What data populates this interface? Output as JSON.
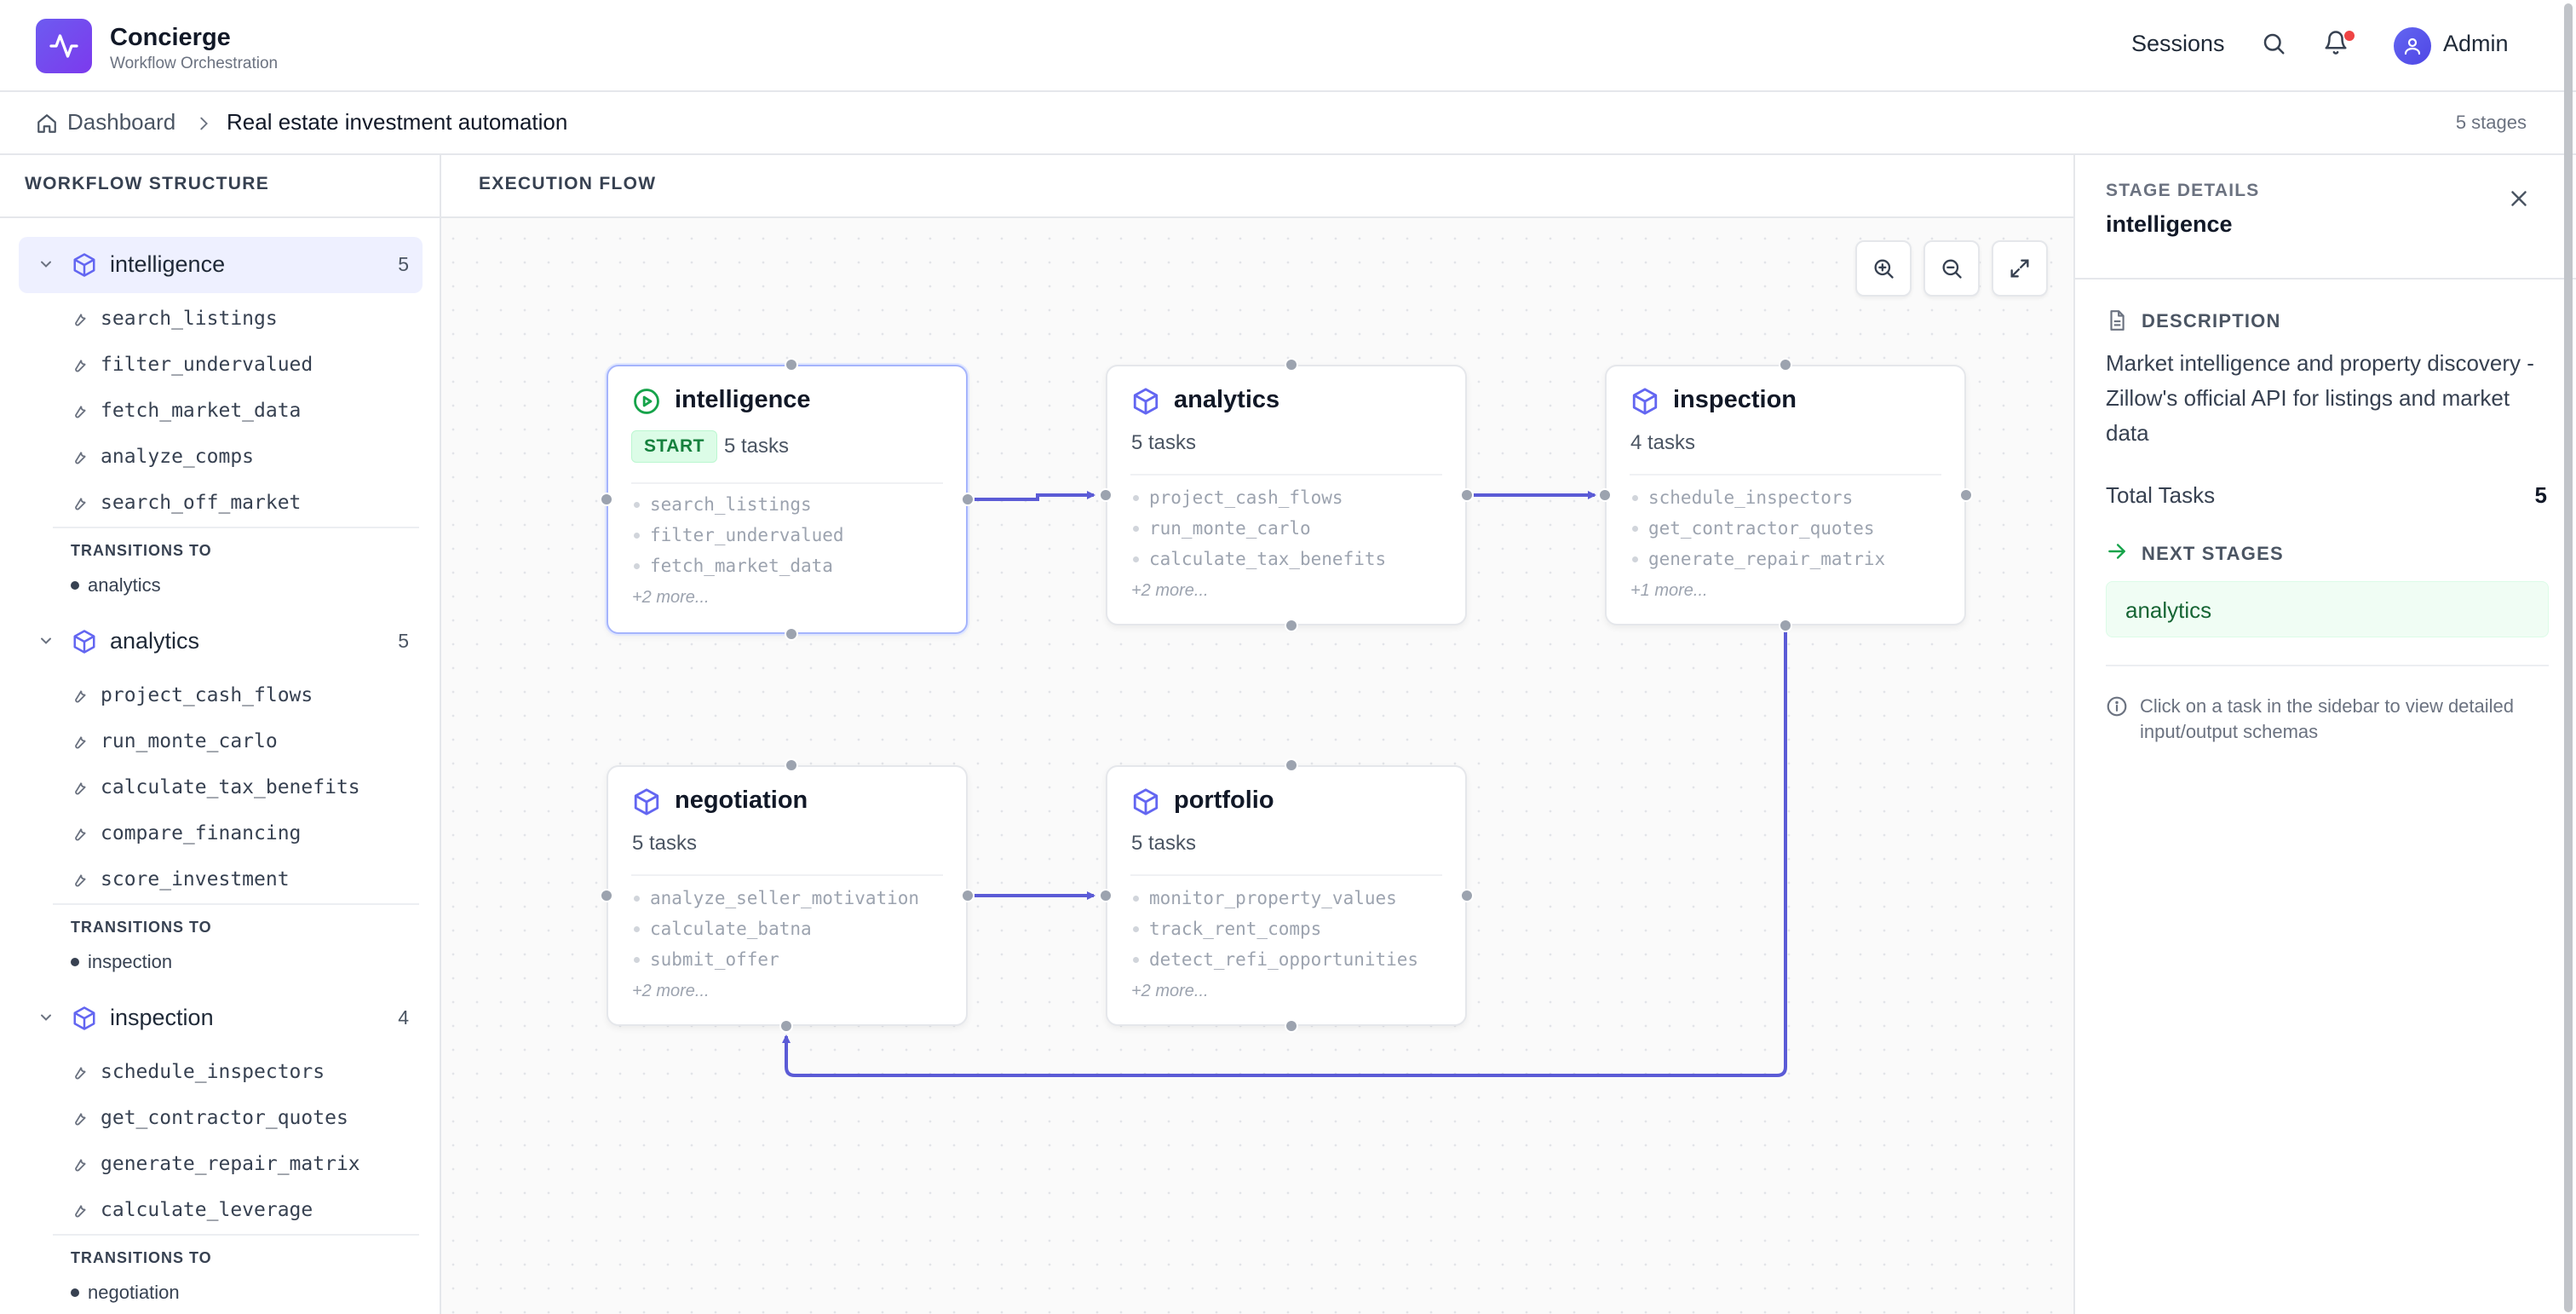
{
  "app": {
    "title": "Concierge",
    "subtitle": "Workflow Orchestration"
  },
  "header": {
    "sessions_label": "Sessions",
    "user_label": "Admin"
  },
  "breadcrumb": {
    "home": "Dashboard",
    "current": "Real estate investment automation",
    "stage_count": "5 stages"
  },
  "sidebar": {
    "heading": "WORKFLOW STRUCTURE",
    "transitions_label": "TRANSITIONS TO",
    "stages": [
      {
        "name": "intelligence",
        "count": "5",
        "tasks": [
          "search_listings",
          "filter_undervalued",
          "fetch_market_data",
          "analyze_comps",
          "search_off_market"
        ],
        "transitions": [
          "analytics"
        ]
      },
      {
        "name": "analytics",
        "count": "5",
        "tasks": [
          "project_cash_flows",
          "run_monte_carlo",
          "calculate_tax_benefits",
          "compare_financing",
          "score_investment"
        ],
        "transitions": [
          "inspection"
        ]
      },
      {
        "name": "inspection",
        "count": "4",
        "tasks": [
          "schedule_inspectors",
          "get_contractor_quotes",
          "generate_repair_matrix",
          "calculate_leverage"
        ],
        "transitions": [
          "negotiation"
        ]
      }
    ]
  },
  "canvas": {
    "heading": "EXECUTION FLOW",
    "start_badge": "START",
    "nodes": [
      {
        "name": "intelligence",
        "tasks_label": "5 tasks",
        "tasks": [
          "search_listings",
          "filter_undervalued",
          "fetch_market_data"
        ],
        "more": "+2 more..."
      },
      {
        "name": "analytics",
        "tasks_label": "5 tasks",
        "tasks": [
          "project_cash_flows",
          "run_monte_carlo",
          "calculate_tax_benefits"
        ],
        "more": "+2 more..."
      },
      {
        "name": "inspection",
        "tasks_label": "4 tasks",
        "tasks": [
          "schedule_inspectors",
          "get_contractor_quotes",
          "generate_repair_matrix"
        ],
        "more": "+1 more..."
      },
      {
        "name": "negotiation",
        "tasks_label": "5 tasks",
        "tasks": [
          "analyze_seller_motivation",
          "calculate_batna",
          "submit_offer"
        ],
        "more": "+2 more..."
      },
      {
        "name": "portfolio",
        "tasks_label": "5 tasks",
        "tasks": [
          "monitor_property_values",
          "track_rent_comps",
          "detect_refi_opportunities"
        ],
        "more": "+2 more..."
      }
    ]
  },
  "details": {
    "kicker": "STAGE DETAILS",
    "title": "intelligence",
    "description_label": "DESCRIPTION",
    "description": "Market intelligence and property discovery - Zillow's official API for listings and market data",
    "total_tasks_label": "Total Tasks",
    "total_tasks_value": "5",
    "next_stages_label": "NEXT STAGES",
    "next_stage": "analytics",
    "hint": "Click on a task in the sidebar to view detailed input/output schemas"
  },
  "colors": {
    "accent": "#6366f1",
    "edge": "#5b5bd6",
    "start_bg": "#dcfce7",
    "start_text": "#15803d",
    "notification": "#ef4444"
  }
}
